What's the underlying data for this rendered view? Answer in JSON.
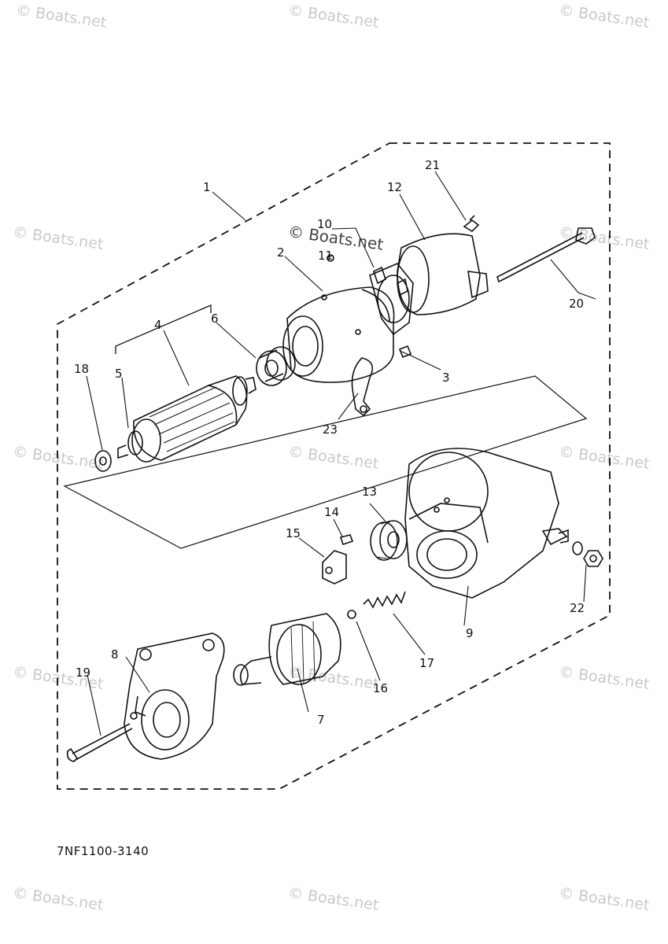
{
  "watermark_text": "© Boats.net",
  "diagram_code": "7NF1100-3140",
  "callouts": {
    "p1": "1",
    "p2": "2",
    "p3": "3",
    "p4": "4",
    "p5": "5",
    "p6": "6",
    "p7": "7",
    "p8": "8",
    "p9": "9",
    "p10": "10",
    "p11": "11",
    "p12": "12",
    "p13": "13",
    "p14": "14",
    "p15": "15",
    "p16": "16",
    "p17": "17",
    "p18": "18",
    "p19": "19",
    "p20": "20",
    "p21": "21",
    "p22": "22",
    "p23": "23"
  }
}
